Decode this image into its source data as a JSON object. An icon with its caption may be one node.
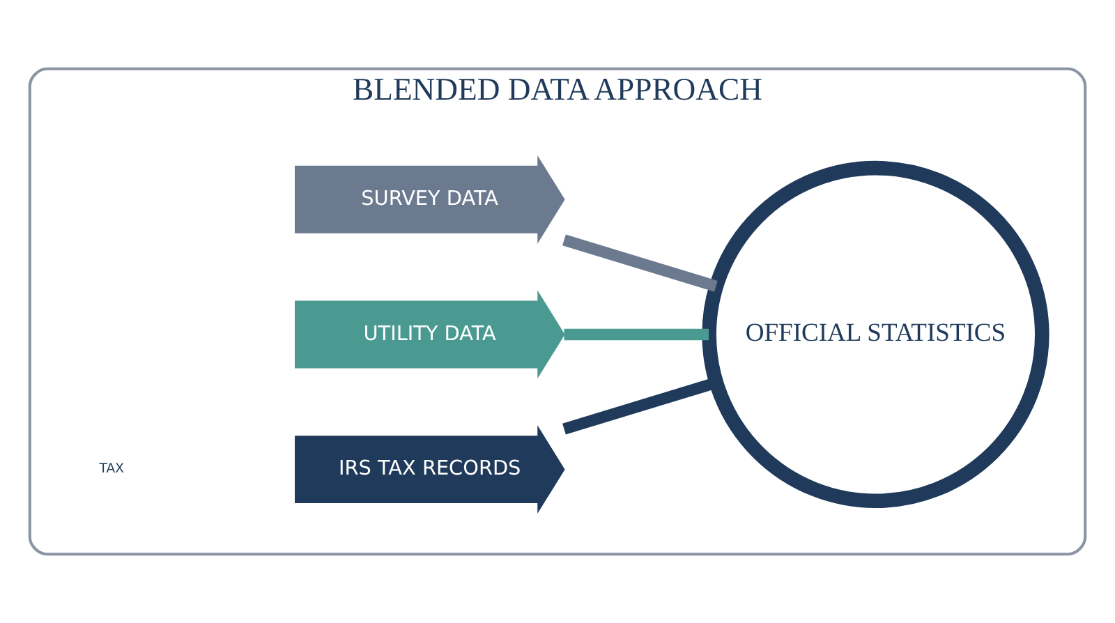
{
  "diagram": {
    "nodes": [
      {
        "text": [
          "BLENDED DATA APPROACH"
        ]
      },
      {
        "text": [
          "SURVEY DATA"
        ],
        "in": 0
      },
      {
        "text": [
          "IRS TAX RECORDS"
        ],
        "in": 0
      },
      {
        "text": [
          "UTILITY DATA"
        ],
        "in": 0
      },
      {
        "text": [
          "OFFICIAL STATISTICS"
        ],
        "in": 0
      }
    ],
    "edges": [
      {
        "from": 1,
        "to": 4,
        "arrow": "none",
        "color": "#6b7a8f"
      },
      {
        "from": 2,
        "to": 4,
        "arrow": "none",
        "color": "#1f3a5a"
      },
      {
        "from": 3,
        "to": 4,
        "arrow": "none",
        "color": "#4a9a92"
      }
    ],
    "labels": [
      "TAX"
    ]
  }
}
